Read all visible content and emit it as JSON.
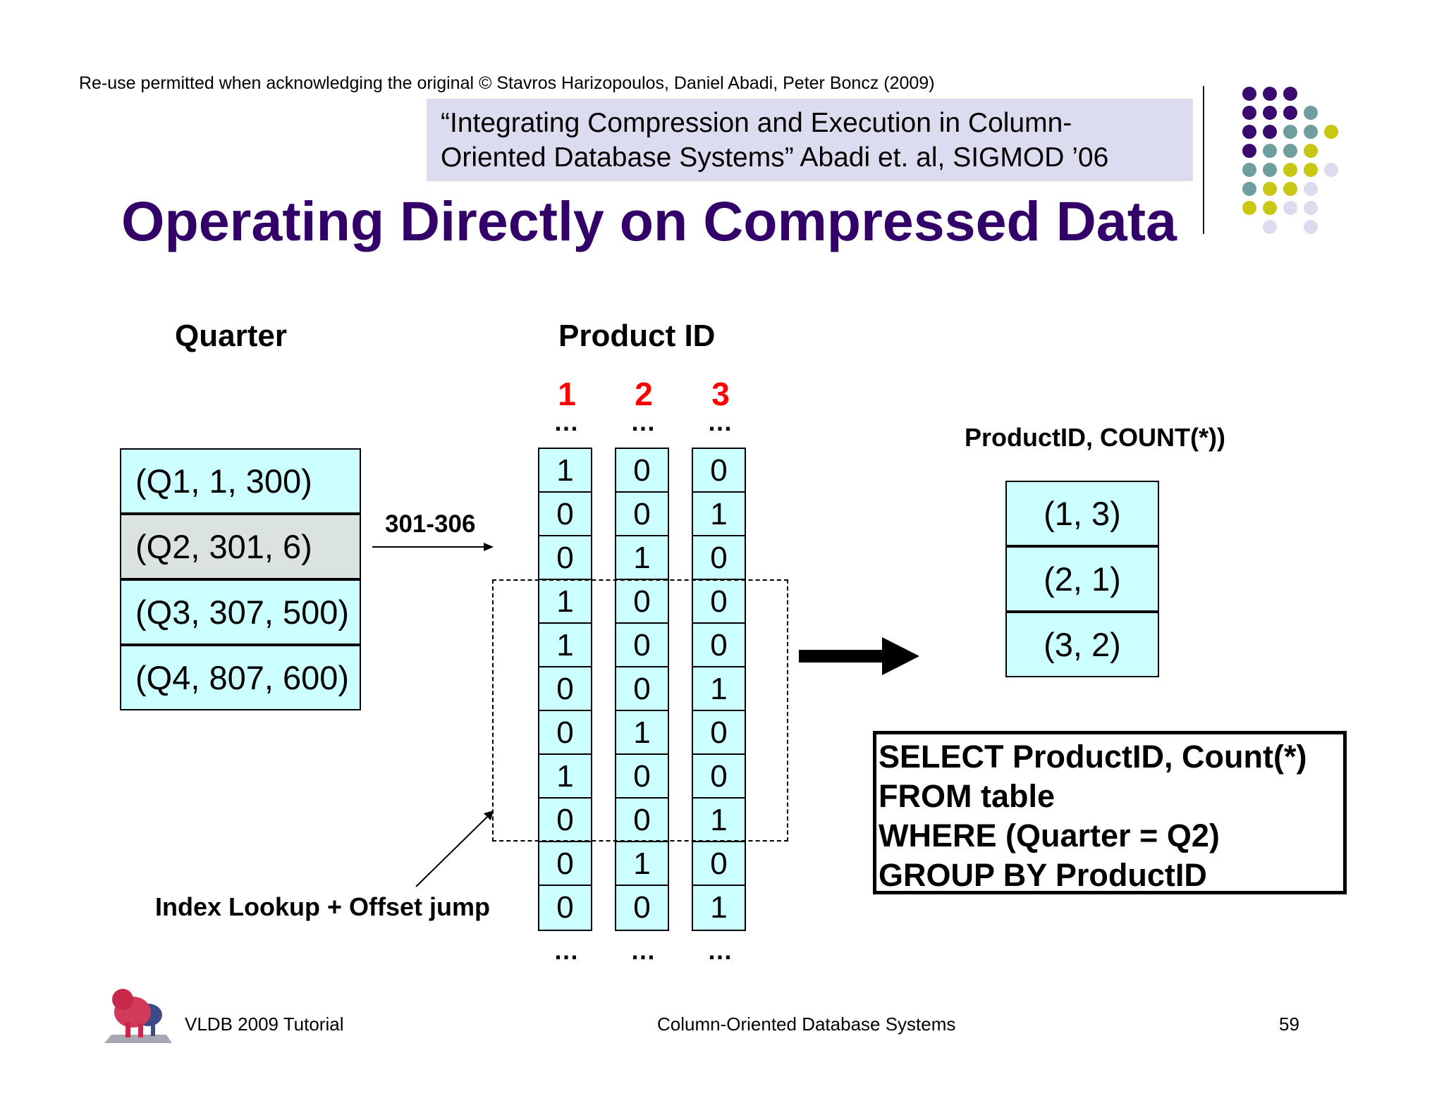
{
  "header": {
    "copyright": "Re-use permitted when acknowledging the original © Stavros Harizopoulos, Daniel Abadi, Peter Boncz (2009)",
    "citation_lines": [
      "“Integrating Compression and Execution in Column-",
      "Oriented Database Systems” Abadi et. al,  SIGMOD ’06"
    ],
    "title": "Operating Directly on Compressed Data"
  },
  "dot_colors": {
    "purple": "#3a0a6e",
    "teal": "#6e9e9e",
    "yellow": "#c8c814",
    "lavender": "#dcdcf0"
  },
  "diagram": {
    "quarter_heading": "Quarter",
    "quarter_rows": [
      "(Q1, 1, 300)",
      "(Q2, 301, 6)",
      "(Q3, 307, 500)",
      "(Q4, 807, 600)"
    ],
    "selected_quarter": "(Q2, 301, 6)",
    "range_label": "301-306",
    "index_label": "Index Lookup + Offset jump",
    "product_heading": "Product ID",
    "ellipsis": "…",
    "product_columns": [
      {
        "id": "1",
        "bits": [
          "1",
          "0",
          "0",
          "1",
          "1",
          "0",
          "0",
          "1",
          "0",
          "0",
          "0"
        ]
      },
      {
        "id": "2",
        "bits": [
          "0",
          "0",
          "1",
          "0",
          "0",
          "0",
          "1",
          "0",
          "0",
          "1",
          "0"
        ]
      },
      {
        "id": "3",
        "bits": [
          "0",
          "1",
          "0",
          "0",
          "0",
          "1",
          "0",
          "0",
          "1",
          "0",
          "1"
        ]
      }
    ],
    "result_heading": "ProductID, COUNT(*))",
    "result_rows": [
      "(1, 3)",
      "(2, 1)",
      "(3, 2)"
    ],
    "sql_lines": [
      "SELECT ProductID, Count(*)",
      "FROM table",
      "WHERE (Quarter = Q2)",
      "GROUP BY ProductID"
    ]
  },
  "footer": {
    "left": "VLDB 2009 Tutorial",
    "center": "Column-Oriented Database Systems",
    "page": "59"
  }
}
